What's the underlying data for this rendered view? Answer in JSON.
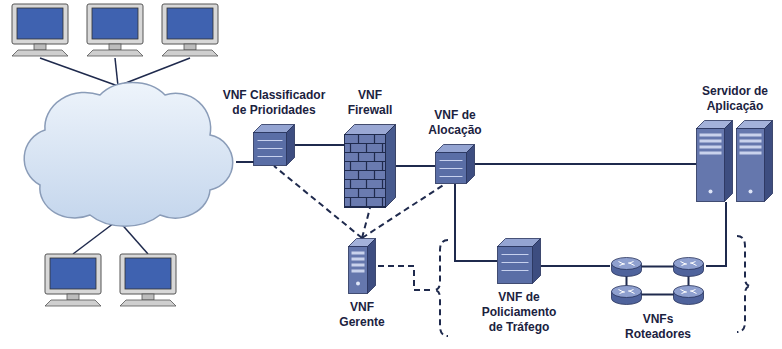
{
  "diagram": {
    "nodes": [
      {
        "text": [
          "VNF Classificador de Prioridades"
        ]
      },
      {
        "text": [
          "VNF Firewall"
        ]
      },
      {
        "text": [
          "VNF de Alocação"
        ]
      },
      {
        "text": [
          "Servidor de Aplicação"
        ]
      },
      {
        "text": [
          "VNF Gerente"
        ]
      },
      {
        "text": [
          "VNF de Policiamento de Tráfego"
        ]
      },
      {
        "text": [
          "VNFs Roteadores"
        ]
      }
    ],
    "edges": [
      {
        "from": 0,
        "to": 1,
        "arrow": "none"
      },
      {
        "from": 1,
        "to": 2,
        "arrow": "none"
      },
      {
        "from": 2,
        "to": 3,
        "arrow": "none"
      },
      {
        "from": 4,
        "to": 0,
        "arrow": "none"
      },
      {
        "from": 4,
        "to": 1,
        "arrow": "none"
      },
      {
        "from": 4,
        "to": 2,
        "arrow": "none"
      },
      {
        "from": 2,
        "to": 5,
        "arrow": "none"
      },
      {
        "from": 5,
        "to": 6,
        "arrow": "none"
      },
      {
        "from": 6,
        "to": 3,
        "arrow": "none"
      }
    ]
  }
}
